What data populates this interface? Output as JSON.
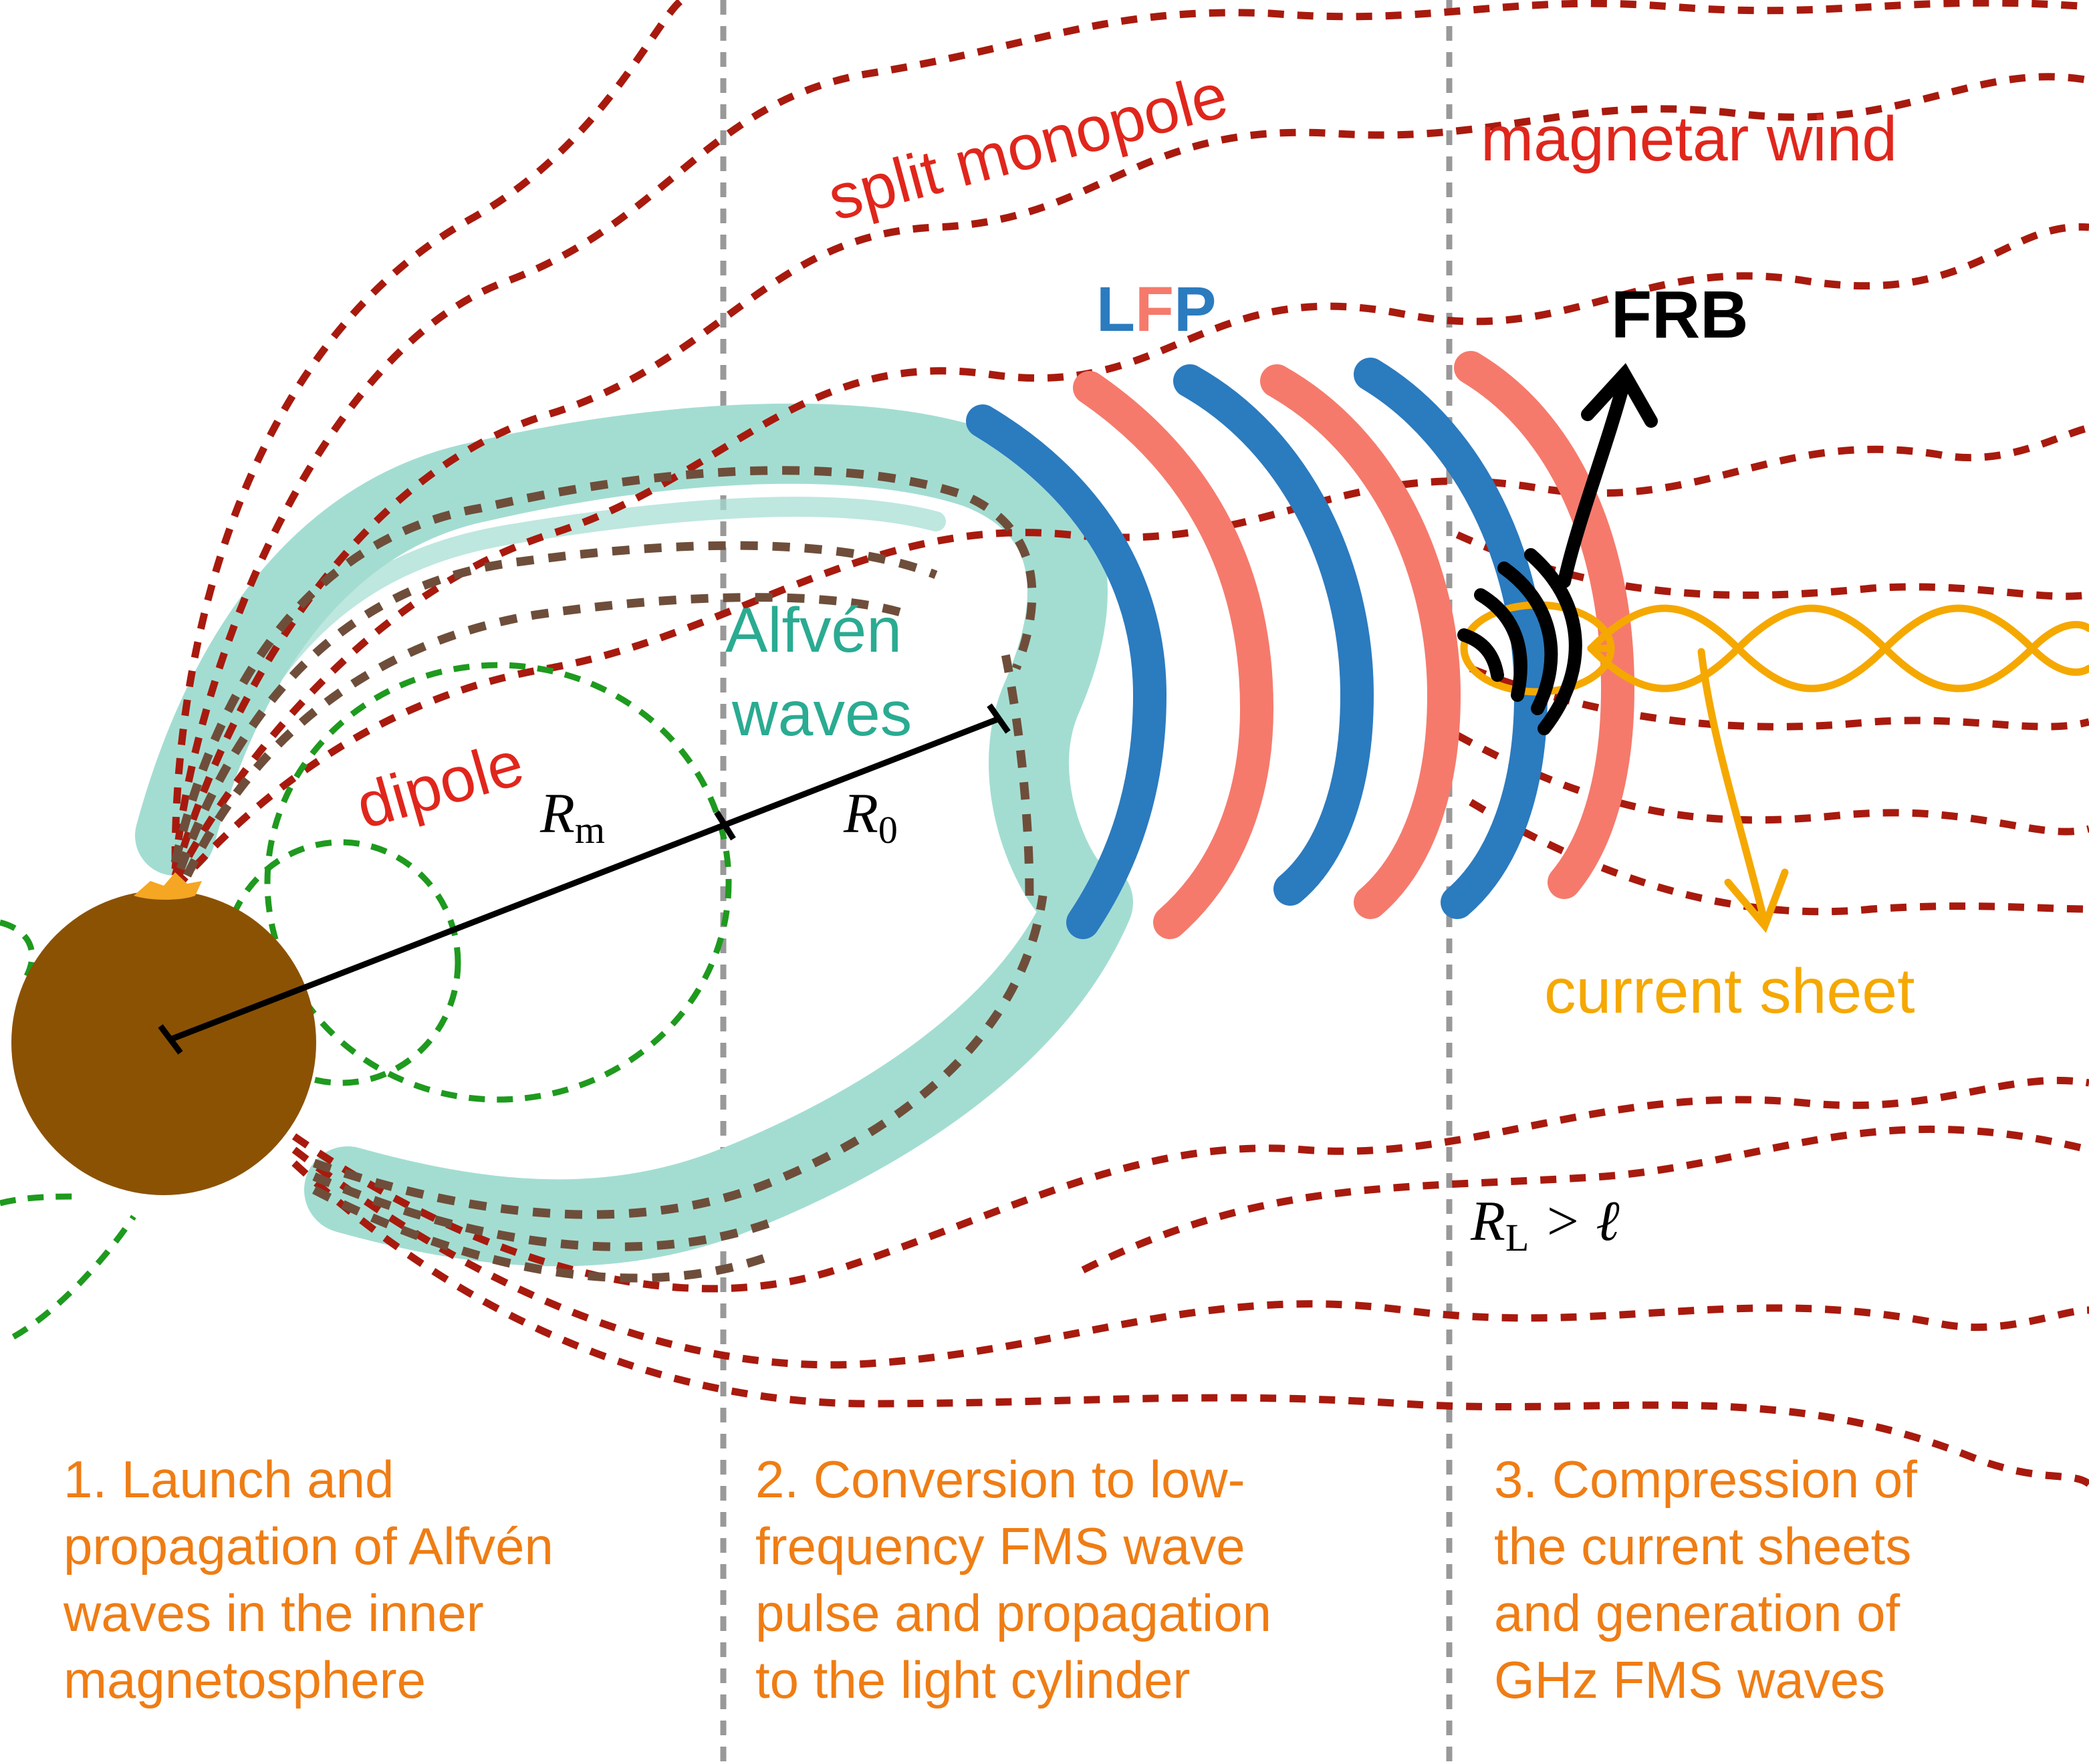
{
  "colors": {
    "field_line": "#a81a0e",
    "dipole": "#1e9a1e",
    "alfven": "#a3ddd2",
    "alfven_text": "#2aab92",
    "inner_field": "#6e4e3a",
    "blue": "#2b7bbf",
    "salmon": "#f57a6c",
    "star": "#8b5204",
    "flare": "#f5a623",
    "current_sheet": "#f5a800",
    "label_red": "#e0261c",
    "caption": "#ef7d14",
    "divider": "#999999",
    "black": "#000000"
  },
  "labels": {
    "split_monopole": "split monopole",
    "magnetar_wind": "magnetar wind",
    "lfp": {
      "l": "L",
      "f": "F",
      "p": "P"
    },
    "frb": "FRB",
    "alfven_line1": "Alfvén",
    "alfven_line2": "waves",
    "dipole": "dipole",
    "current_sheet": "current sheet",
    "rm": {
      "base": "R",
      "sub": "m"
    },
    "r0": {
      "base": "R",
      "sub": "0"
    },
    "rl": {
      "base": "R",
      "sub": "L",
      "rest": " > ℓ"
    }
  },
  "captions": {
    "stage1": [
      "1. Launch and",
      "propagation of Alfvén",
      "waves in the inner",
      "magnetosphere"
    ],
    "stage2": [
      "2. Conversion to low-",
      "frequency FMS wave",
      "pulse and propagation",
      "to the light cylinder"
    ],
    "stage3": [
      "3. Compression of",
      "the current sheets",
      "and generation of",
      "GHz FMS waves"
    ]
  }
}
